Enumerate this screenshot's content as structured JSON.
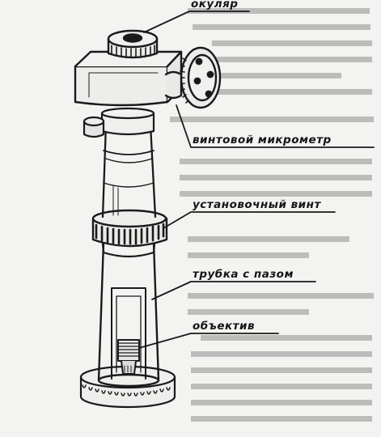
{
  "labels": {
    "eyepiece": "окуляр",
    "screw_micrometer": "винтовой микрометр",
    "adjustment_screw": "установочный винт",
    "slotted_tube": "трубка с пазом",
    "objective": "объектив"
  },
  "colors": {
    "paper": "#f3f3f1",
    "ink": "#1a1a1a",
    "faded_text": "#8e8e8e"
  }
}
